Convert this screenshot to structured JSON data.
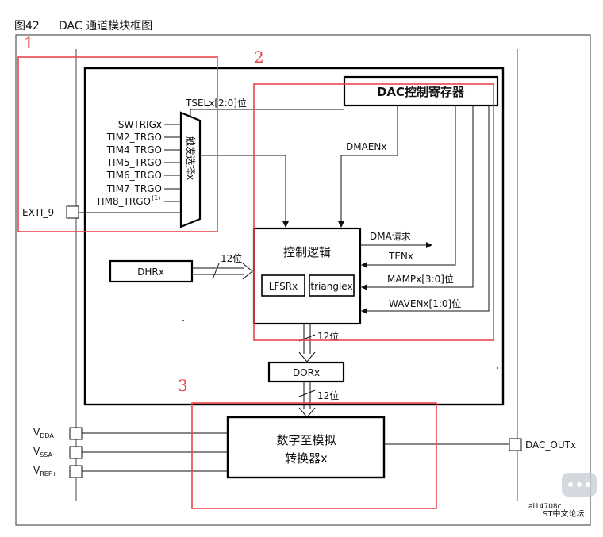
{
  "caption": {
    "figure_no": "图42",
    "title": "DAC 通道模块框图"
  },
  "regions": {
    "r1": "1",
    "r2": "2",
    "r3": "3"
  },
  "trigger": {
    "sel_label": "TSELx[2:0]位",
    "mux_label": "触发选择x",
    "inputs": [
      "SWTRIGx",
      "TIM2_TRGO",
      "TIM4_TRGO",
      "TIM5_TRGO",
      "TIM6_TRGO",
      "TIM7_TRGO",
      "TIM8_TRGO"
    ],
    "footnote_mark": "(1)",
    "exti": "EXTI_9"
  },
  "control": {
    "register": "DAC控制寄存器",
    "dmaen": "DMAENx",
    "logic": "控制逻辑",
    "lfsr": "LFSRx",
    "triangle": "trianglex",
    "dma_req": "DMA请求",
    "ten": "TENx",
    "mamp": "MAMPx[3:0]位",
    "waven": "WAVENx[1:0]位"
  },
  "data_path": {
    "dhr": "DHRx",
    "bits_dhr": "12位",
    "bits_logic": "12位",
    "dor": "DORx",
    "bits_dor": "12位"
  },
  "converter": {
    "line1": "数字至模拟",
    "line2": "转换器x"
  },
  "power": {
    "vdda": {
      "main": "V",
      "sub": "DDA"
    },
    "vssa": {
      "main": "V",
      "sub": "SSA"
    },
    "vref": {
      "main": "V",
      "sub": "REF+"
    }
  },
  "output": {
    "pin": "DAC_OUTx"
  },
  "footer": {
    "ref": "ai14708c",
    "watermark": "ST中文论坛"
  },
  "colors": {
    "red": "#e8474b",
    "line": "#111111",
    "frame": "#555555"
  }
}
